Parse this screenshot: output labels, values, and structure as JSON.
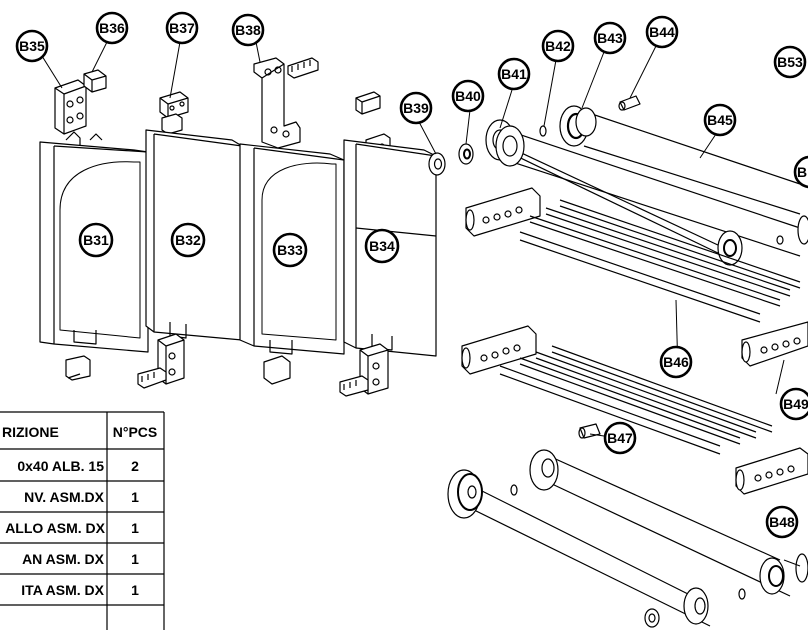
{
  "callouts": [
    {
      "id": "B35",
      "label": "B35"
    },
    {
      "id": "B36",
      "label": "B36"
    },
    {
      "id": "B37",
      "label": "B37"
    },
    {
      "id": "B38",
      "label": "B38"
    },
    {
      "id": "B39",
      "label": "B39"
    },
    {
      "id": "B40",
      "label": "B40"
    },
    {
      "id": "B41",
      "label": "B41"
    },
    {
      "id": "B42",
      "label": "B42"
    },
    {
      "id": "B43",
      "label": "B43"
    },
    {
      "id": "B44",
      "label": "B44"
    },
    {
      "id": "B45",
      "label": "B45"
    },
    {
      "id": "B53",
      "label": "B53"
    },
    {
      "id": "B31",
      "label": "B31"
    },
    {
      "id": "B32",
      "label": "B32"
    },
    {
      "id": "B33",
      "label": "B33"
    },
    {
      "id": "B34",
      "label": "B34"
    },
    {
      "id": "B46",
      "label": "B46"
    },
    {
      "id": "B49",
      "label": "B49"
    },
    {
      "id": "B47",
      "label": "B47"
    },
    {
      "id": "B48",
      "label": "B48"
    },
    {
      "id": "B5x",
      "label": "B"
    }
  ],
  "parts_table": {
    "headers": {
      "description": "RIZIONE",
      "qty": "N°PCS"
    },
    "rows": [
      {
        "description": "0x40 ALB. 15",
        "qty": "2"
      },
      {
        "description": "NV. ASM.DX",
        "qty": "1"
      },
      {
        "description": "ALLO ASM. DX",
        "qty": "1"
      },
      {
        "description": "AN ASM. DX",
        "qty": "1"
      },
      {
        "description": "ITA ASM. DX",
        "qty": "1"
      }
    ]
  }
}
